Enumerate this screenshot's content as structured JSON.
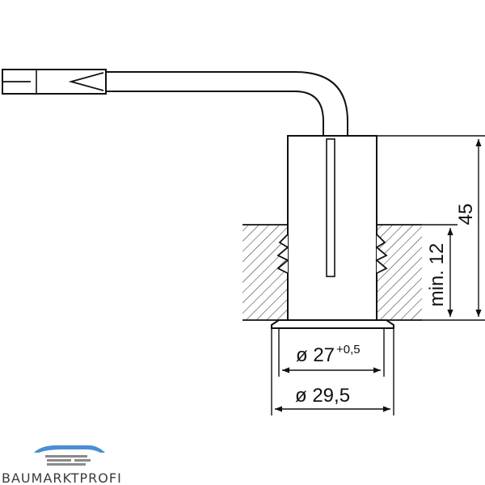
{
  "dimensions": {
    "height_total": "45",
    "depth_min": "min. 12",
    "inner_diameter": "ø 27",
    "inner_tolerance": "+0,5",
    "outer_diameter": "ø 29,5"
  },
  "logo": {
    "text": "BAUMARKTPROFI"
  },
  "colors": {
    "line": "#111111",
    "logo_blue": "#4a8fd0",
    "logo_grey": "#8a8a8a"
  }
}
